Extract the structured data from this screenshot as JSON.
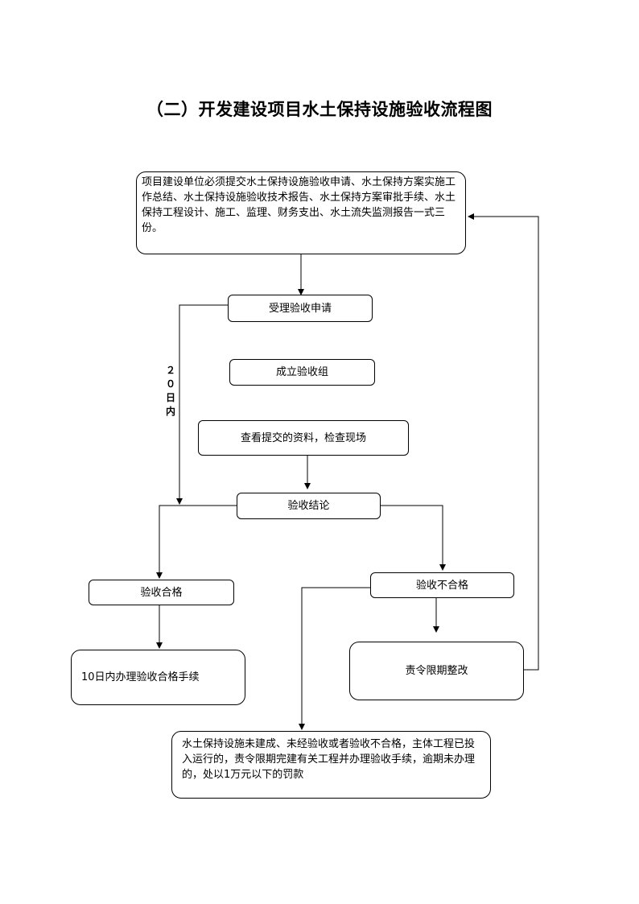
{
  "title": "（二）开发建设项目水土保持设施验收流程图",
  "nodes": {
    "submit": "项目建设单位必须提交水土保持设施验收申请、水土保持方案实施工作总结、水土保持设施验收技术报告、水土保持方案审批手续、水土保持工程设计、施工、监理、财务支出、水土流失监测报告一式三份。",
    "accept": "受理验收申请",
    "form_group": "成立验收组",
    "inspect": "查看提交的资料，检查现场",
    "conclusion": "验收结论",
    "pass": "验收合格",
    "fail": "验收不合格",
    "pass_procedure": "10日内办理验收合格手续",
    "rectify": "责令限期整改",
    "penalty": "水土保持设施未建成、未经验收或者验收不合格，主体工程已投入运行的，责令限期完建有关工程并办理验收手续，逾期未办理的，处以1万元以下的罚款"
  },
  "side_label": "２０日内"
}
